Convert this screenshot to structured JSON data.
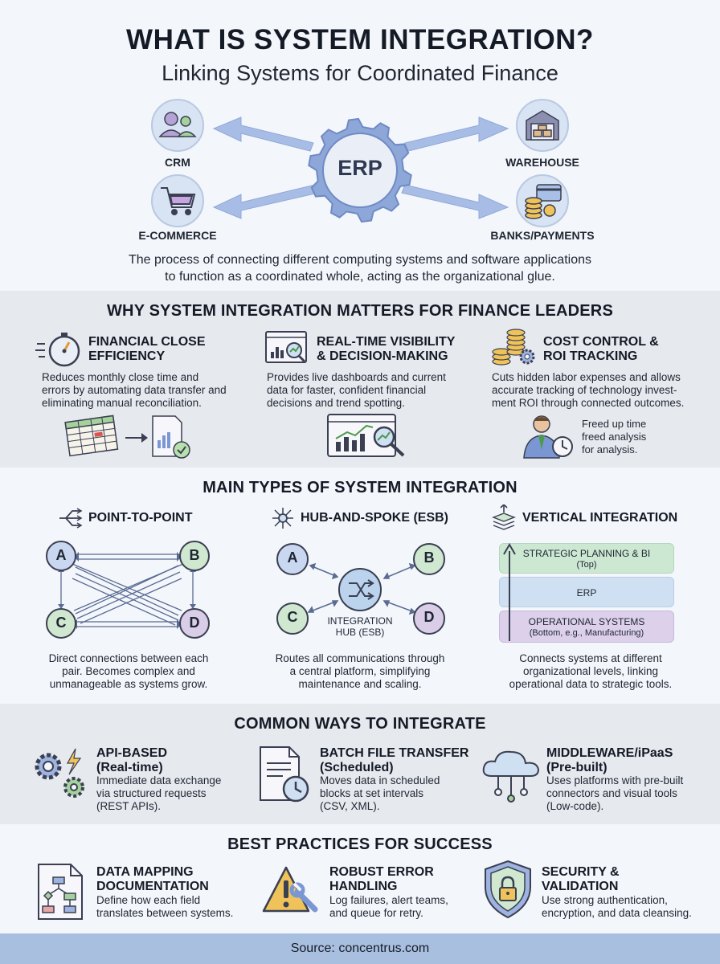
{
  "header": {
    "title": "WHAT IS SYSTEM INTEGRATION?",
    "subtitle": "Linking Systems for Coordinated Finance"
  },
  "hero": {
    "center_label": "ERP",
    "nodes": {
      "crm": "CRM",
      "ecommerce": "E-COMMERCE",
      "warehouse": "WAREHOUSE",
      "banks": "BANKS/PAYMENTS"
    },
    "description_line1": "The process of connecting different computing systems and software applications",
    "description_line2": "to function as a coordinated whole, acting as the organizational glue."
  },
  "why": {
    "heading": "WHY SYSTEM INTEGRATION MATTERS FOR FINANCE LEADERS",
    "cards": [
      {
        "title_line1": "FINANCIAL CLOSE",
        "title_line2": "EFFICIENCY",
        "text_line1": "Reduces monthly close time and",
        "text_line2": "errors by automating data transfer and",
        "text_line3": "eliminating manual reconciliation."
      },
      {
        "title_line1": "REAL-TIME VISIBILITY",
        "title_line2": "& DECISION-MAKING",
        "text_line1": "Provides live dashboards and current",
        "text_line2": "data for faster, confident financial",
        "text_line3": "decisions and trend spotting."
      },
      {
        "title_line1": "COST CONTROL &",
        "title_line2": "ROI TRACKING",
        "text_line1": "Cuts hidden labor expenses and allows",
        "text_line2": "accurate tracking of technology invest-",
        "text_line3": "ment ROI through connected outcomes."
      }
    ],
    "freed_note_line1": "Freed up time",
    "freed_note_line2": "freed analysis",
    "freed_note_line3": "for analysis."
  },
  "types": {
    "heading": "MAIN TYPES OF SYSTEM INTEGRATION",
    "point_to_point": {
      "title": "POINT-TO-POINT",
      "nodes": [
        "A",
        "B",
        "C",
        "D"
      ],
      "text_line1": "Direct connections between each",
      "text_line2": "pair. Becomes complex and",
      "text_line3": "unmanageable as systems grow."
    },
    "hub_spoke": {
      "title": "HUB-AND-SPOKE (ESB)",
      "nodes": [
        "A",
        "B",
        "C",
        "D"
      ],
      "hub_label_line1": "INTEGRATION",
      "hub_label_line2": "HUB (ESB)",
      "text_line1": "Routes all communications through",
      "text_line2": "a central platform, simplifying",
      "text_line3": "maintenance and scaling."
    },
    "vertical": {
      "title": "VERTICAL INTEGRATION",
      "tier_top_line1": "STRATEGIC PLANNING & BI",
      "tier_top_line2": "(Top)",
      "tier_mid": "ERP",
      "tier_bottom_line1": "OPERATIONAL SYSTEMS",
      "tier_bottom_line2": "(Bottom, e.g., Manufacturing)",
      "text_line1": "Connects systems at different",
      "text_line2": "organizational levels, linking",
      "text_line3": "operational data to strategic tools."
    }
  },
  "ways": {
    "heading": "COMMON WAYS TO INTEGRATE",
    "items": [
      {
        "title_line1": "API-BASED",
        "title_line2": "(Real-time)",
        "text_line1": "Immediate data exchange",
        "text_line2": "via structured requests",
        "text_line3": "(REST APIs)."
      },
      {
        "title_line1": "BATCH FILE TRANSFER",
        "title_line2": "(Scheduled)",
        "text_line1": "Moves data in scheduled",
        "text_line2": "blocks at set intervals",
        "text_line3": "(CSV, XML)."
      },
      {
        "title_line1": "MIDDLEWARE/iPaaS",
        "title_line2": "(Pre-built)",
        "text_line1": "Uses platforms with pre-built",
        "text_line2": "connectors and visual tools",
        "text_line3": "(Low-code)."
      }
    ]
  },
  "best": {
    "heading": "BEST PRACTICES FOR SUCCESS",
    "items": [
      {
        "title_line1": "DATA MAPPING",
        "title_line2": "DOCUMENTATION",
        "text_line1": "Define how each field",
        "text_line2": "translates between systems."
      },
      {
        "title_line1": "ROBUST ERROR",
        "title_line2": "HANDLING",
        "text_line1": "Log failures, alert teams,",
        "text_line2": "and queue for retry."
      },
      {
        "title_line1": "SECURITY &",
        "title_line2": "VALIDATION",
        "text_line1": "Use strong authentication,",
        "text_line2": "encryption, and data cleansing."
      }
    ]
  },
  "footer": {
    "source": "Source: concentrus.com"
  },
  "colors": {
    "accent_blue": "#9fb3e0",
    "node_blue": "#c9d7f0",
    "node_green": "#cfe8cf",
    "node_purple": "#d9cde8",
    "tier_green": "#cde8d2",
    "tier_blue": "#cfe0f2",
    "tier_purple": "#dcd0ea",
    "footer_bg": "#a9bfe0"
  }
}
